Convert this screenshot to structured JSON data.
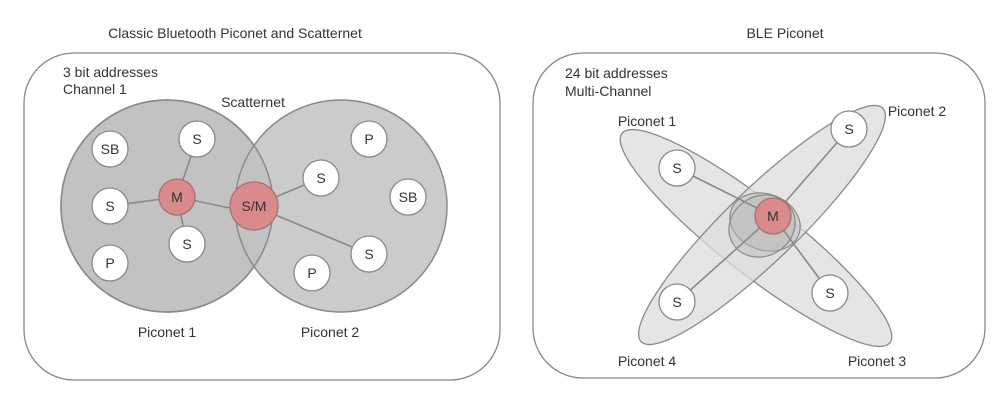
{
  "classic": {
    "title": "Classic Bluetooth Piconet and Scatternet",
    "note_line1": "3 bit addresses",
    "note_line2": "Channel 1",
    "scatternet_label": "Scatternet",
    "piconet1_label": "Piconet 1",
    "piconet2_label": "Piconet 2",
    "nodes": [
      "SB",
      "S",
      "S",
      "M",
      "S",
      "P",
      "S/M",
      "S",
      "P",
      "SB",
      "S",
      "P"
    ]
  },
  "ble": {
    "title": "BLE  Piconet",
    "note_line1": "24 bit addresses",
    "note_line2": "Multi-Channel",
    "piconet_labels": [
      "Piconet 1",
      "Piconet 2",
      "Piconet 3",
      "Piconet 4"
    ],
    "nodes": [
      "M",
      "S",
      "S",
      "S",
      "S"
    ]
  },
  "colors": {
    "master": "#d98a8a",
    "piconet_fill": "#c2c2c2",
    "outline": "#8a8a8a"
  }
}
